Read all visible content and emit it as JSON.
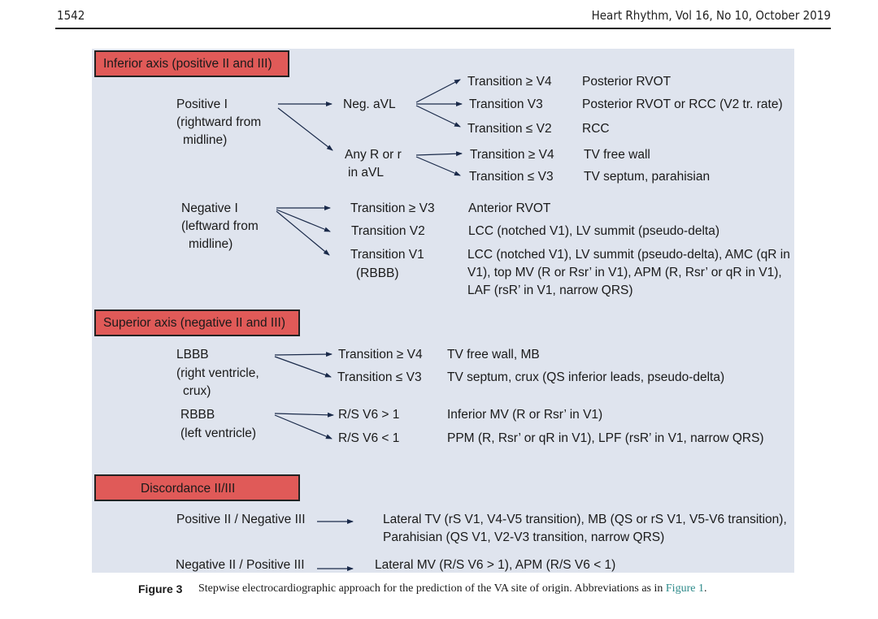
{
  "header": {
    "page_number": "1542",
    "journal": "Heart Rhythm, Vol 16, No 10, October 2019"
  },
  "figure": {
    "inferior": {
      "title": "Inferior axis (positive II and III)",
      "positive_i": [
        "Positive I",
        "(rightward from",
        "midline)"
      ],
      "neg_avl": "Neg. aVL",
      "neg_avl_branches": [
        {
          "transition": "Transition ≥ V4",
          "origin": "Posterior RVOT"
        },
        {
          "transition": "Transition V3",
          "origin": "Posterior RVOT or RCC (V2 tr. rate)"
        },
        {
          "transition": "Transition ≤ V2",
          "origin": "RCC"
        }
      ],
      "any_r": [
        "Any R or r",
        "in aVL"
      ],
      "any_r_branches": [
        {
          "transition": "Transition ≥ V4",
          "origin": "TV free wall"
        },
        {
          "transition": "Transition ≤ V3",
          "origin": "TV septum, parahisian"
        }
      ],
      "negative_i": [
        "Negative I",
        "(leftward from",
        "midline)"
      ],
      "negative_i_branches": [
        {
          "transition": "Transition ≥ V3",
          "origin": "Anterior RVOT"
        },
        {
          "transition": "Transition V2",
          "origin": "LCC (notched V1), LV summit (pseudo-delta)"
        },
        {
          "transition": "Transition V1",
          "transition_note": "(RBBB)",
          "origin": "LCC (notched V1), LV summit (pseudo-delta), AMC (qR in V1), top MV (R or Rsr’ in V1), APM (R, Rsr’ or qR in V1), LAF (rsR’ in V1, narrow QRS)"
        }
      ]
    },
    "superior": {
      "title": "Superior axis (negative II and III)",
      "lbbb": [
        "LBBB",
        "(right ventricle,",
        "crux)"
      ],
      "lbbb_branches": [
        {
          "transition": "Transition ≥ V4",
          "origin": "TV free wall, MB"
        },
        {
          "transition": "Transition ≤ V3",
          "origin": "TV septum, crux (QS inferior leads, pseudo-delta)"
        }
      ],
      "rbbb": [
        "RBBB",
        "(left ventricle)"
      ],
      "rbbb_branches": [
        {
          "transition": "R/S V6 > 1",
          "origin": "Inferior MV (R or Rsr’ in V1)"
        },
        {
          "transition": "R/S V6 < 1",
          "origin": "PPM (R, Rsr’ or qR in V1), LPF (rsR’ in V1, narrow QRS)"
        }
      ]
    },
    "discordance": {
      "title": "Discordance II/III",
      "rows": [
        {
          "pattern": "Positive II / Negative III",
          "origin": "Lateral TV (rS V1, V4-V5 transition), MB (QS or rS V1, V5-V6 transition), Parahisian (QS V1, V2-V3 transition, narrow QRS)"
        },
        {
          "pattern": "Negative II / Positive III",
          "origin": "Lateral MV (R/S V6 > 1), APM (R/S V6 < 1)"
        }
      ]
    }
  },
  "caption": {
    "label": "Figure 3",
    "text": "Stepwise electrocardiographic approach for the prediction of the VA site of origin. Abbreviations as in ",
    "link": "Figure 1",
    "end": "."
  },
  "colors": {
    "panel_background": "#dfe4ee",
    "category_box": "#e05a58",
    "caption_link": "#2e8b8b"
  }
}
